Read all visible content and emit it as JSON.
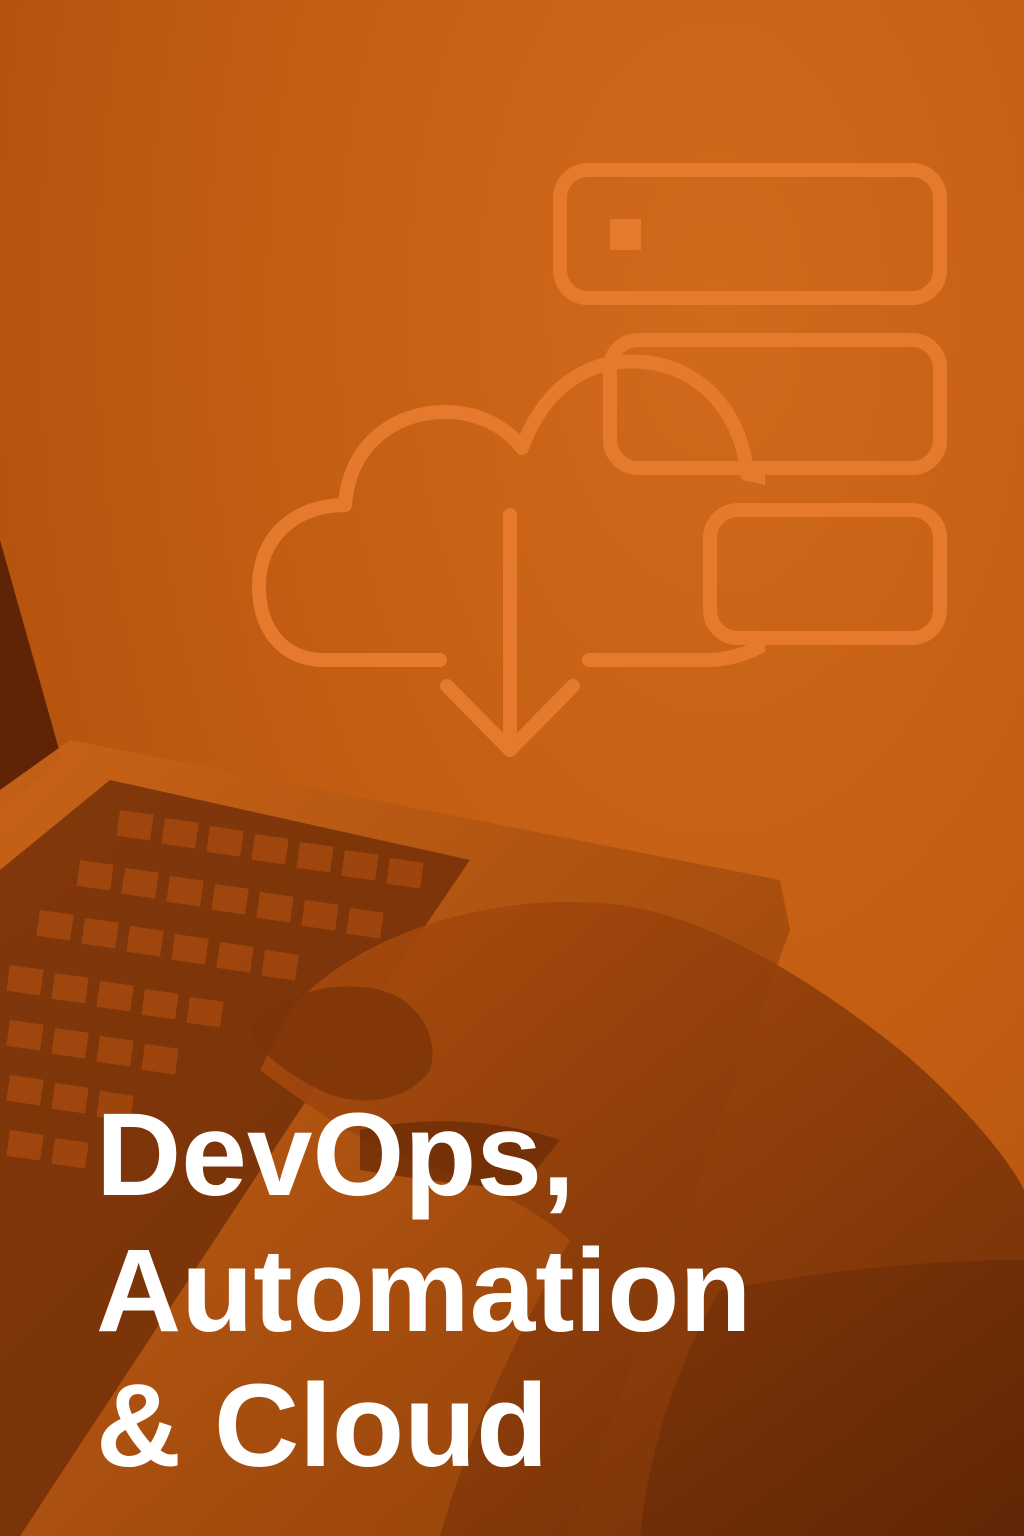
{
  "headline": {
    "line1": "DevOps,",
    "line2": "Automation",
    "line3": "& Cloud"
  },
  "icons": {
    "server": "server-stack-icon",
    "cloud": "cloud-download-icon"
  },
  "colors": {
    "background": "#c35d12",
    "icon_stroke": "#e57a2c",
    "text": "#ffffff",
    "shadow": "#6d2c08"
  }
}
